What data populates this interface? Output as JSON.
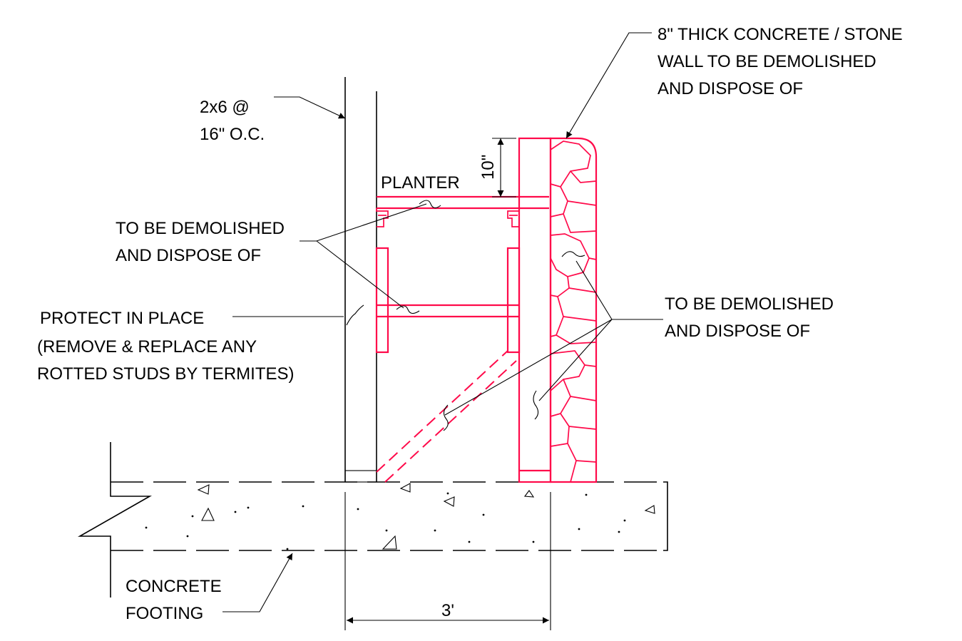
{
  "labels": {
    "stud_line1": "2x6 @",
    "stud_line2": "16\" O.C.",
    "wall_line1": "8\" THICK CONCRETE / STONE",
    "wall_line2": "WALL TO BE DEMOLISHED",
    "wall_line3": "AND DISPOSE OF",
    "planter": "PLANTER",
    "dim_10": "10\"",
    "demo_left_line1": "TO BE DEMOLISHED",
    "demo_left_line2": "AND DISPOSE OF",
    "protect_line1": "PROTECT IN PLACE",
    "protect_line2": "(REMOVE & REPLACE ANY",
    "protect_line3": "ROTTED STUDS BY TERMITES)",
    "demo_right_line1": "TO BE DEMOLISHED",
    "demo_right_line2": "AND DISPOSE OF",
    "footing_line1": "CONCRETE",
    "footing_line2": "FOOTING",
    "dim_3": "3'"
  },
  "colors": {
    "demolish": "#ff0a4a",
    "existing": "#000000",
    "background": "#ffffff"
  }
}
